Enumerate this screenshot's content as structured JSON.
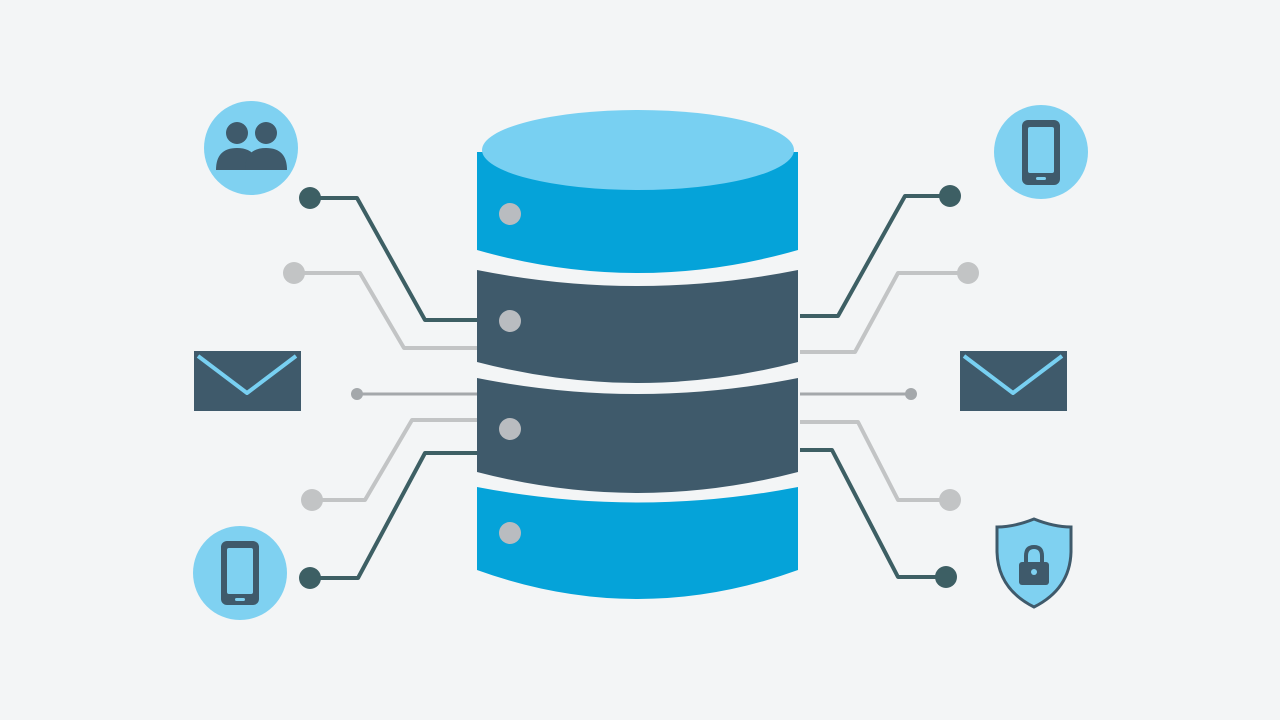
{
  "colors": {
    "background": "#f3f5f6",
    "slate": "#3f5a6b",
    "slate_line": "#3d5f64",
    "gray_line": "#c2c4c5",
    "mid_line": "#a4a8ab",
    "blue": "#05a3d9",
    "light_blue": "#78d0f2",
    "icon_circle": "#7fd1f1",
    "db_dot": "#b9bcc0"
  },
  "database": {
    "segments": [
      {
        "name": "top",
        "tone": "blue"
      },
      {
        "name": "upper-middle",
        "tone": "slate"
      },
      {
        "name": "lower-middle",
        "tone": "slate"
      },
      {
        "name": "bottom",
        "tone": "blue"
      }
    ]
  },
  "icons": [
    {
      "name": "users-icon",
      "kind": "users",
      "side": "left"
    },
    {
      "name": "email-icon-left",
      "kind": "mail",
      "side": "left"
    },
    {
      "name": "mobile-icon-left",
      "kind": "phone",
      "side": "left"
    },
    {
      "name": "mobile-icon-right",
      "kind": "phone",
      "side": "right"
    },
    {
      "name": "email-icon-right",
      "kind": "mail",
      "side": "right"
    },
    {
      "name": "security-shield-icon",
      "kind": "lock-shield",
      "side": "right"
    }
  ],
  "connectors": [
    {
      "name": "connector-left-top",
      "tone": "slate"
    },
    {
      "name": "connector-left-upper",
      "tone": "gray"
    },
    {
      "name": "connector-left-middle",
      "tone": "mid"
    },
    {
      "name": "connector-left-lower",
      "tone": "gray"
    },
    {
      "name": "connector-left-bottom",
      "tone": "slate"
    },
    {
      "name": "connector-right-top",
      "tone": "slate"
    },
    {
      "name": "connector-right-upper",
      "tone": "gray"
    },
    {
      "name": "connector-right-middle",
      "tone": "mid"
    },
    {
      "name": "connector-right-lower",
      "tone": "gray"
    },
    {
      "name": "connector-right-bottom",
      "tone": "slate"
    }
  ]
}
